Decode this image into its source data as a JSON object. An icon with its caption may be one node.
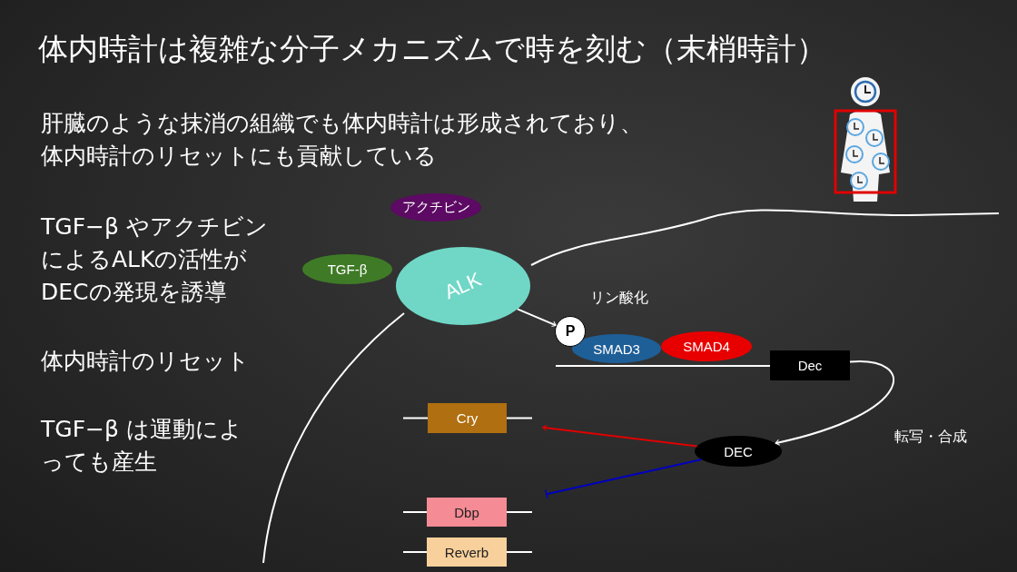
{
  "diagram": {
    "title": "体内時計は複雑な分子メカニズムで時を刻む（末梢時計）",
    "nodes": [
      {
        "text": [
          "アクチビン"
        ]
      },
      {
        "text": [
          "TGF-β"
        ]
      },
      {
        "text": [
          "ALK"
        ]
      },
      {
        "text": [
          "P"
        ]
      },
      {
        "text": [
          "SMAD3"
        ]
      },
      {
        "text": [
          "SMAD4"
        ]
      },
      {
        "text": [
          "Dec"
        ]
      },
      {
        "text": [
          "DEC"
        ]
      },
      {
        "text": [
          "Cry"
        ]
      },
      {
        "text": [
          "Dbp"
        ]
      },
      {
        "text": [
          "Reverb"
        ]
      }
    ],
    "edges": [
      {
        "from": 2,
        "to": 3,
        "arrow": "to",
        "label": "リン酸化"
      },
      {
        "from": 6,
        "to": 7,
        "arrow": "to",
        "label": "転写・合成"
      },
      {
        "from": 7,
        "to": 8,
        "arrow": "to",
        "color": "#e00000"
      },
      {
        "from": 7,
        "to": 9,
        "arrow": "other",
        "color": "#0000c0"
      }
    ],
    "labels": [
      "肝臓のような抹消の組織でも体内時計は形成されており、体内時計のリセットにも貢献している",
      "TGF−β やアクチビンによるALKの活性がDECの発現を誘導",
      "体内時計のリセット",
      "TGF−β は運動によっても産生"
    ]
  }
}
